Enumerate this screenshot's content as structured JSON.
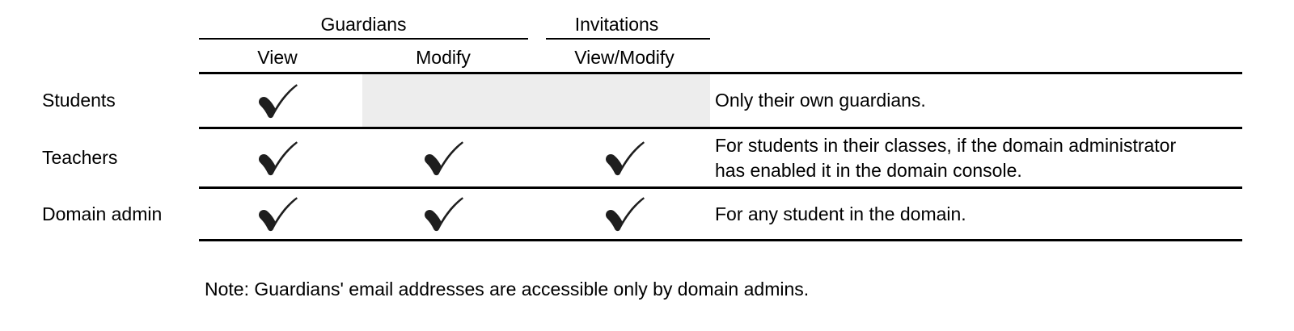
{
  "table": {
    "column_groups": [
      {
        "label": "Guardians",
        "columns": [
          "View",
          "Modify"
        ]
      },
      {
        "label": "Invitations",
        "columns": [
          "View/Modify"
        ]
      }
    ],
    "column_headers": [
      {
        "label": "View"
      },
      {
        "label": "Modify"
      },
      {
        "label": "View/Modify"
      }
    ],
    "rows": [
      {
        "label": "Students",
        "cells": {
          "view": "check",
          "modify": "disabled",
          "view_modify": "disabled"
        },
        "note": "Only their own guardians."
      },
      {
        "label": "Teachers",
        "cells": {
          "view": "check",
          "modify": "check",
          "view_modify": "check"
        },
        "note": "For students in their classes, if the domain administrator\nhas enabled it in the domain console."
      },
      {
        "label": "Domain admin",
        "cells": {
          "view": "check",
          "modify": "check",
          "view_modify": "check"
        },
        "note": "For any student in the domain."
      }
    ]
  },
  "footnote": "Note: Guardians' email addresses are accessible only by domain admins.",
  "icons": {
    "check": "heavy-check-mark"
  },
  "colors": {
    "text": "#000000",
    "rule": "#000000",
    "check": "#1e1e1e",
    "disabled_cell_bg": "#ededed",
    "background": "#ffffff"
  }
}
